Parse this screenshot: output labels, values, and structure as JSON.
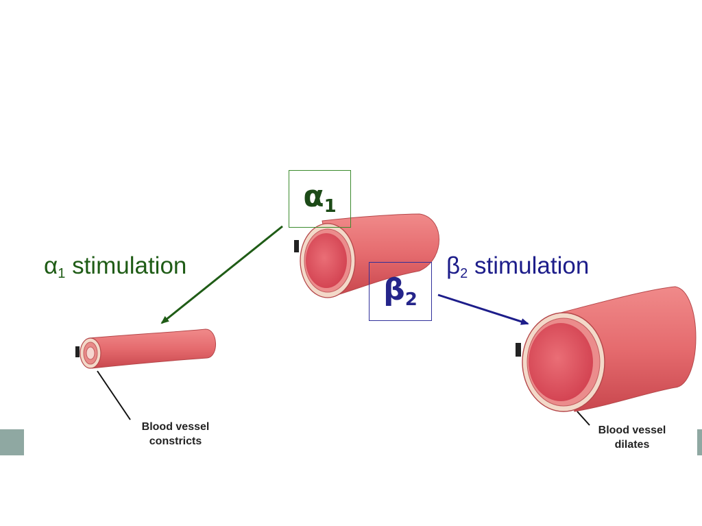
{
  "left_label": {
    "alpha": "α",
    "sub": "1",
    "text": " stimulation"
  },
  "right_label": {
    "beta": "β",
    "sub": "2",
    "text": " stimulation"
  },
  "receptor_alpha": {
    "symbol": "α",
    "sub": "1"
  },
  "receptor_beta": {
    "symbol": "β",
    "sub": "2"
  },
  "caption_left": {
    "line1": "Blood vessel",
    "line2": "constricts"
  },
  "caption_right": {
    "line1": "Blood vessel",
    "line2": "dilates"
  },
  "colors": {
    "alpha_green": "#1f5c16",
    "beta_blue": "#1d1d8a",
    "vessel_red": "#e0676a",
    "lumen_pink": "#e2555f",
    "side_bar": "#8fa8a2"
  }
}
